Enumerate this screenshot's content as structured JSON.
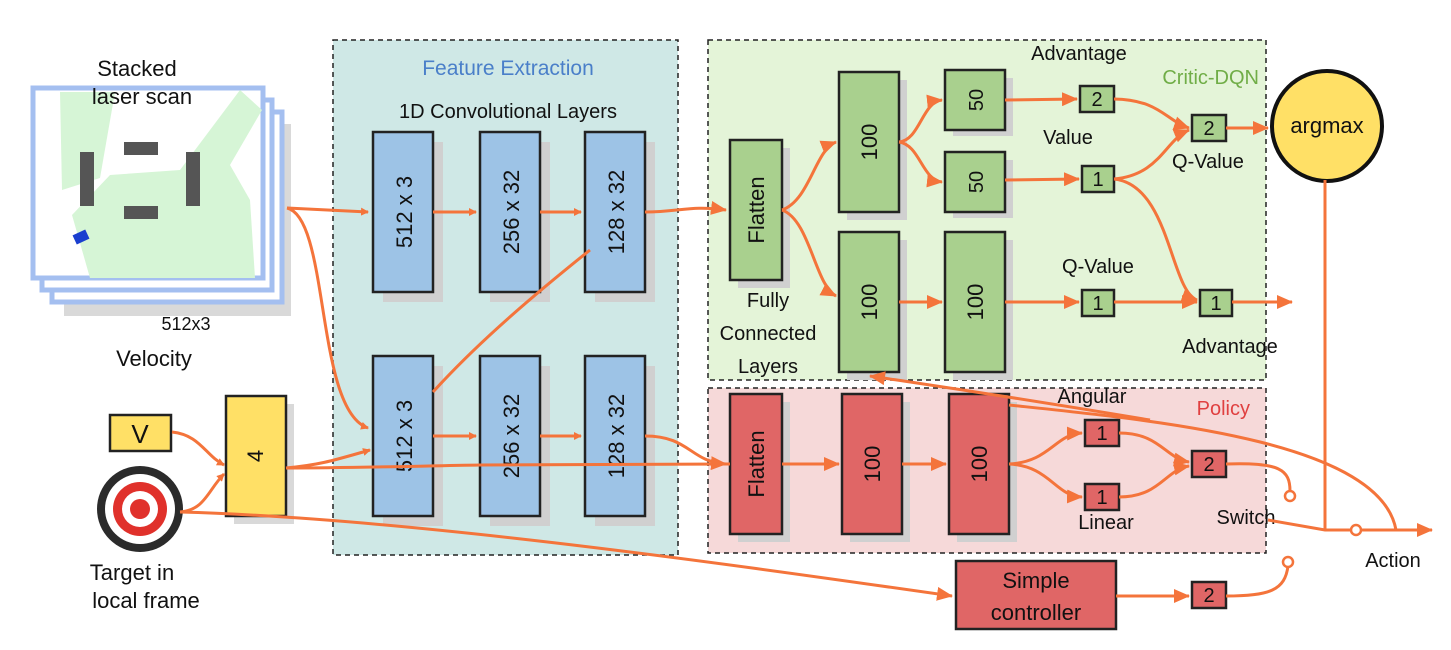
{
  "inputs": {
    "laser_label_line1": "Stacked",
    "laser_label_line2": "laser scan",
    "laser_size": "512x3",
    "velocity_label": "Velocity",
    "velocity_symbol": "V",
    "target_label_line1": "Target in",
    "target_label_line2": "local frame",
    "concat_size": "4"
  },
  "feature_extraction": {
    "title": "Feature Extraction",
    "subtitle": "1D Convolutional Layers",
    "top_layers": [
      "512 x 3",
      "256 x 32",
      "128 x 32"
    ],
    "bottom_layers": [
      "512 x 3",
      "256 x 32",
      "128 x 32"
    ]
  },
  "critic": {
    "title": "Critic-DQN",
    "flatten_label": "Flatten",
    "fc_label_line1": "Fully",
    "fc_label_line2": "Connected",
    "fc_label_line3": "Layers",
    "fc_top": "100",
    "branch_upper": "50",
    "branch_lower": "50",
    "advantage_label": "Advantage",
    "advantage_out": "2",
    "value_label": "Value",
    "value_out": "1",
    "q_value_label": "Q-Value",
    "q_value_out": "2",
    "fc_bottom_a": "100",
    "fc_bottom_b": "100",
    "q_value_label_2": "Q-Value",
    "q_value_out_2": "1",
    "advantage_out_2": "1",
    "advantage_label_2": "Advantage"
  },
  "policy": {
    "title": "Policy",
    "flatten_label": "Flatten",
    "fc_a": "100",
    "fc_b": "100",
    "angular_label": "Angular",
    "angular_out": "1",
    "linear_label": "Linear",
    "linear_out": "1",
    "combined_out": "2"
  },
  "output": {
    "argmax_label": "argmax",
    "switch_label": "Switch",
    "action_label": "Action",
    "controller_line1": "Simple",
    "controller_line2": "controller",
    "controller_out": "2"
  },
  "colors": {
    "arrow": "#f4743b",
    "feature_bg": "#cfe8e6",
    "critic_bg": "#e4f4d8",
    "policy_bg": "#f6d9d9",
    "conv_block": "#9dc3e6",
    "critic_block": "#a9d08e",
    "policy_block": "#e06666",
    "argmax": "#ffe066",
    "concat": "#ffe066",
    "feature_title": "#4a7fc9",
    "critic_title": "#70ad47",
    "policy_title": "#e04040"
  }
}
